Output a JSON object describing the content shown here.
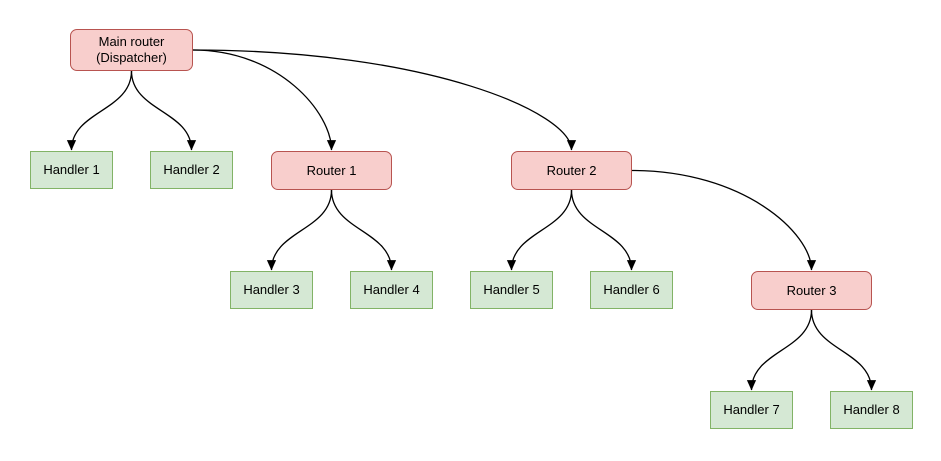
{
  "colors": {
    "router_fill": "#f8cecc",
    "router_border": "#b85450",
    "handler_fill": "#d5e8d4",
    "handler_border": "#82b366",
    "edge": "#000000",
    "background": "#ffffff"
  },
  "nodes": {
    "main": {
      "type": "router",
      "line1": "Main router",
      "line2": "(Dispatcher)"
    },
    "h1": {
      "type": "handler",
      "label": "Handler 1"
    },
    "h2": {
      "type": "handler",
      "label": "Handler 2"
    },
    "r1": {
      "type": "router",
      "label": "Router 1"
    },
    "r2": {
      "type": "router",
      "label": "Router 2"
    },
    "h3": {
      "type": "handler",
      "label": "Handler 3"
    },
    "h4": {
      "type": "handler",
      "label": "Handler 4"
    },
    "h5": {
      "type": "handler",
      "label": "Handler 5"
    },
    "h6": {
      "type": "handler",
      "label": "Handler 6"
    },
    "r3": {
      "type": "router",
      "label": "Router 3"
    },
    "h7": {
      "type": "handler",
      "label": "Handler 7"
    },
    "h8": {
      "type": "handler",
      "label": "Handler 8"
    }
  },
  "edges": [
    {
      "from": "main",
      "to": "h1",
      "route": "down"
    },
    {
      "from": "main",
      "to": "h2",
      "route": "down"
    },
    {
      "from": "main",
      "to": "r1",
      "route": "side"
    },
    {
      "from": "main",
      "to": "r2",
      "route": "side"
    },
    {
      "from": "r1",
      "to": "h3",
      "route": "down"
    },
    {
      "from": "r1",
      "to": "h4",
      "route": "down"
    },
    {
      "from": "r2",
      "to": "h5",
      "route": "down"
    },
    {
      "from": "r2",
      "to": "h6",
      "route": "down"
    },
    {
      "from": "r2",
      "to": "r3",
      "route": "side"
    },
    {
      "from": "r3",
      "to": "h7",
      "route": "down"
    },
    {
      "from": "r3",
      "to": "h8",
      "route": "down"
    }
  ]
}
